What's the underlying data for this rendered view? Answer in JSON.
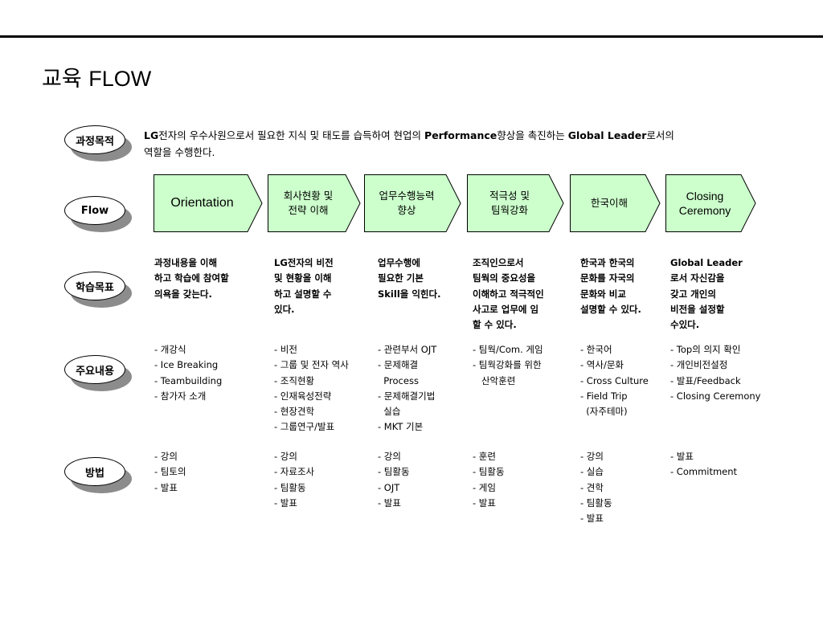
{
  "title": {
    "ko": "교육",
    "en": "FLOW"
  },
  "rows": {
    "course_goal": "과정목적",
    "flow": "Flow",
    "learning_goal": "학습목표",
    "main_content": "주요내용",
    "method": "방법"
  },
  "goal_text": {
    "p1": "LG",
    "p2": "전자의 우수사원으로서 필요한 지식 및 태도를 습득하여 현업의 ",
    "p3": "Performance",
    "p4": "향상을 촉진하는 ",
    "p5": "Global Leader",
    "p6": "로서의",
    "p7": "역할을 수행한다."
  },
  "flow_steps": [
    {
      "lines": [
        "Orientation"
      ]
    },
    {
      "lines": [
        "회사현황 및",
        "전략 이해"
      ]
    },
    {
      "lines": [
        "업무수행능력",
        "향상"
      ]
    },
    {
      "lines": [
        "적극성 및",
        "팀웍강화"
      ]
    },
    {
      "lines": [
        "한국이해"
      ]
    },
    {
      "lines": [
        "Closing",
        "Ceremony"
      ]
    }
  ],
  "learning_goals": [
    [
      "과정내용을 이해",
      "하고 학습에 참여할",
      "의욕을 갖는다."
    ],
    [
      "LG전자의 비전",
      "및 현황을 이해",
      "하고 설명할 수",
      "있다."
    ],
    [
      "업무수행에",
      "필요한 기본",
      "Skill을 익힌다."
    ],
    [
      "조직인으로서",
      "팀웍의 중요성을",
      "이해하고 적극적인",
      "사고로 업무에 임",
      "할 수 있다."
    ],
    [
      "한국과 한국의",
      "문화를 자국의",
      "문화와 비교",
      "설명할 수 있다."
    ],
    [
      "Global Leader",
      "로서 자신감을",
      "갖고 개인의",
      "비전을 설정할",
      "수있다."
    ]
  ],
  "main_contents": [
    [
      "- 개강식",
      "- Ice Breaking",
      "- Teambuilding",
      "- 참가자 소개"
    ],
    [
      "- 비전",
      "- 그룹 및 전자 역사",
      "- 조직현황",
      "- 인재육성전략",
      "- 현장견학",
      "- 그룹연구/발표"
    ],
    [
      "- 관련부서 OJT",
      "- 문제해결",
      "  Process",
      "- 문제해결기법",
      "  실습",
      "- MKT 기본"
    ],
    [
      "- 팀웍/Com. 게임",
      "- 팀웍강화를 위한",
      "   산악훈련"
    ],
    [
      "- 한국어",
      "- 역사/문화",
      "- Cross Culture",
      "- Field Trip",
      "  (자주테마)"
    ],
    [
      "- Top의 의지 확인",
      "- 개인비전설정",
      "- 발표/Feedback",
      "- Closing Ceremony"
    ]
  ],
  "methods": [
    [
      "- 강의",
      "- 팀토의",
      "- 발표"
    ],
    [
      "- 강의",
      "- 자료조사",
      "- 팀활동",
      "- 발표"
    ],
    [
      "- 강의",
      "- 팀활동",
      "- OJT",
      "- 발표"
    ],
    [
      "- 훈련",
      "- 팀활동",
      "- 게임",
      "- 발표"
    ],
    [
      "- 강의",
      "- 실습",
      "- 견학",
      "- 팀활동",
      "- 발표"
    ],
    [
      "- 발표",
      "- Commitment"
    ]
  ],
  "colors": {
    "chevron_fill": "#ccffcc",
    "shadow": "#8c8c8c"
  }
}
